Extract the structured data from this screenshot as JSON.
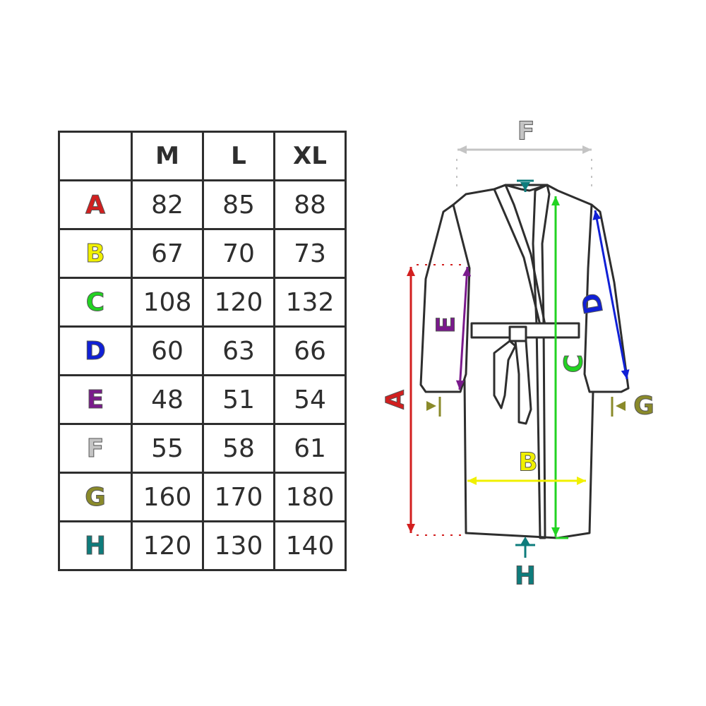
{
  "table": {
    "headers": [
      "",
      "M",
      "L",
      "XL"
    ],
    "rows": [
      {
        "label": "A",
        "color": "#d21f1f",
        "values": [
          "82",
          "85",
          "88"
        ]
      },
      {
        "label": "B",
        "color": "#f0f000",
        "values": [
          "67",
          "70",
          "73"
        ]
      },
      {
        "label": "C",
        "color": "#22d322",
        "values": [
          "108",
          "120",
          "132"
        ]
      },
      {
        "label": "D",
        "color": "#1020d6",
        "values": [
          "60",
          "63",
          "66"
        ]
      },
      {
        "label": "E",
        "color": "#7a1a8c",
        "values": [
          "48",
          "51",
          "54"
        ]
      },
      {
        "label": "F",
        "color": "#c4c4c4",
        "values": [
          "55",
          "58",
          "61"
        ]
      },
      {
        "label": "G",
        "color": "#8a8a2a",
        "values": [
          "160",
          "170",
          "180"
        ]
      },
      {
        "label": "H",
        "color": "#0e7c7c",
        "values": [
          "120",
          "130",
          "140"
        ]
      }
    ]
  },
  "diagram": {
    "labels": {
      "A": "A",
      "B": "B",
      "C": "C",
      "D": "D",
      "E": "E",
      "F": "F",
      "G": "G",
      "H": "H"
    },
    "colors": {
      "A": "#d21f1f",
      "B": "#f0f000",
      "C": "#22d322",
      "D": "#1020d6",
      "E": "#7a1a8c",
      "F": "#c4c4c4",
      "G": "#8a8a2a",
      "H": "#0e7c7c",
      "outline": "#2e2e2e"
    }
  }
}
